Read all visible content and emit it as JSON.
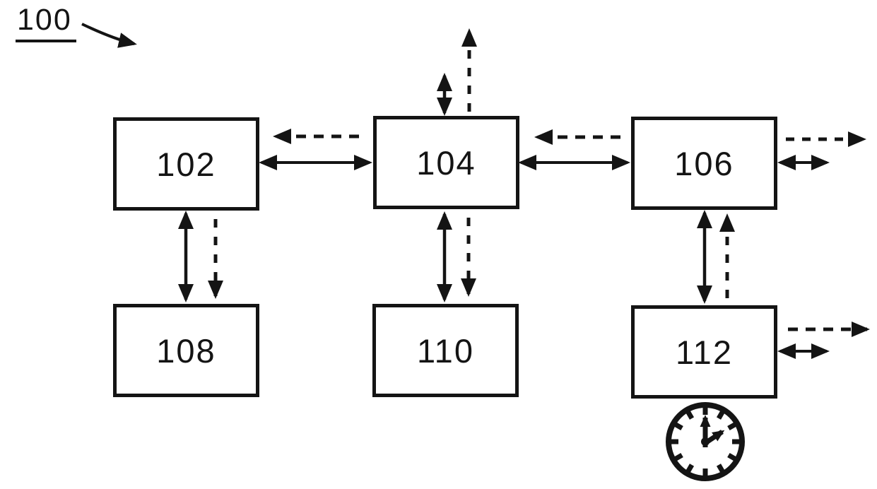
{
  "figure": {
    "reference_label": "100"
  },
  "colors": {
    "line": "#141414",
    "background": "#ffffff"
  },
  "boxes": [
    {
      "id": "102",
      "label": "102"
    },
    {
      "id": "104",
      "label": "104"
    },
    {
      "id": "106",
      "label": "106"
    },
    {
      "id": "108",
      "label": "108"
    },
    {
      "id": "110",
      "label": "110"
    },
    {
      "id": "112",
      "label": "112"
    }
  ],
  "icons": [
    {
      "name": "clock-icon",
      "attached_to": "112",
      "time_shown": "2:00"
    }
  ],
  "connections": [
    {
      "from": "102",
      "to": "104",
      "style": "solid",
      "arrowheads": "both",
      "orientation": "horizontal"
    },
    {
      "from": "104",
      "to": "102",
      "style": "dashed",
      "arrowheads": "single",
      "orientation": "horizontal",
      "direction": "left"
    },
    {
      "from": "104",
      "to": "106",
      "style": "solid",
      "arrowheads": "both",
      "orientation": "horizontal"
    },
    {
      "from": "106",
      "to": "104",
      "style": "dashed",
      "arrowheads": "single",
      "orientation": "horizontal",
      "direction": "left"
    },
    {
      "from": "106",
      "to": "external-right",
      "style": "solid",
      "arrowheads": "both",
      "orientation": "horizontal"
    },
    {
      "from": "106",
      "to": "external-right",
      "style": "dashed",
      "arrowheads": "single",
      "orientation": "horizontal",
      "direction": "right"
    },
    {
      "from": "104",
      "to": "external-top",
      "style": "solid",
      "arrowheads": "both",
      "orientation": "vertical"
    },
    {
      "from": "104",
      "to": "external-top",
      "style": "dashed",
      "arrowheads": "single",
      "orientation": "vertical",
      "direction": "up"
    },
    {
      "from": "102",
      "to": "108",
      "style": "solid",
      "arrowheads": "both",
      "orientation": "vertical"
    },
    {
      "from": "102",
      "to": "108",
      "style": "dashed",
      "arrowheads": "single",
      "orientation": "vertical",
      "direction": "down"
    },
    {
      "from": "104",
      "to": "110",
      "style": "solid",
      "arrowheads": "both",
      "orientation": "vertical"
    },
    {
      "from": "104",
      "to": "110",
      "style": "dashed",
      "arrowheads": "single",
      "orientation": "vertical",
      "direction": "down"
    },
    {
      "from": "106",
      "to": "112",
      "style": "solid",
      "arrowheads": "both",
      "orientation": "vertical"
    },
    {
      "from": "112",
      "to": "106",
      "style": "dashed",
      "arrowheads": "single",
      "orientation": "vertical",
      "direction": "up"
    },
    {
      "from": "112",
      "to": "external-right",
      "style": "solid",
      "arrowheads": "both",
      "orientation": "horizontal"
    },
    {
      "from": "112",
      "to": "external-right",
      "style": "dashed",
      "arrowheads": "single",
      "orientation": "horizontal",
      "direction": "right"
    }
  ]
}
